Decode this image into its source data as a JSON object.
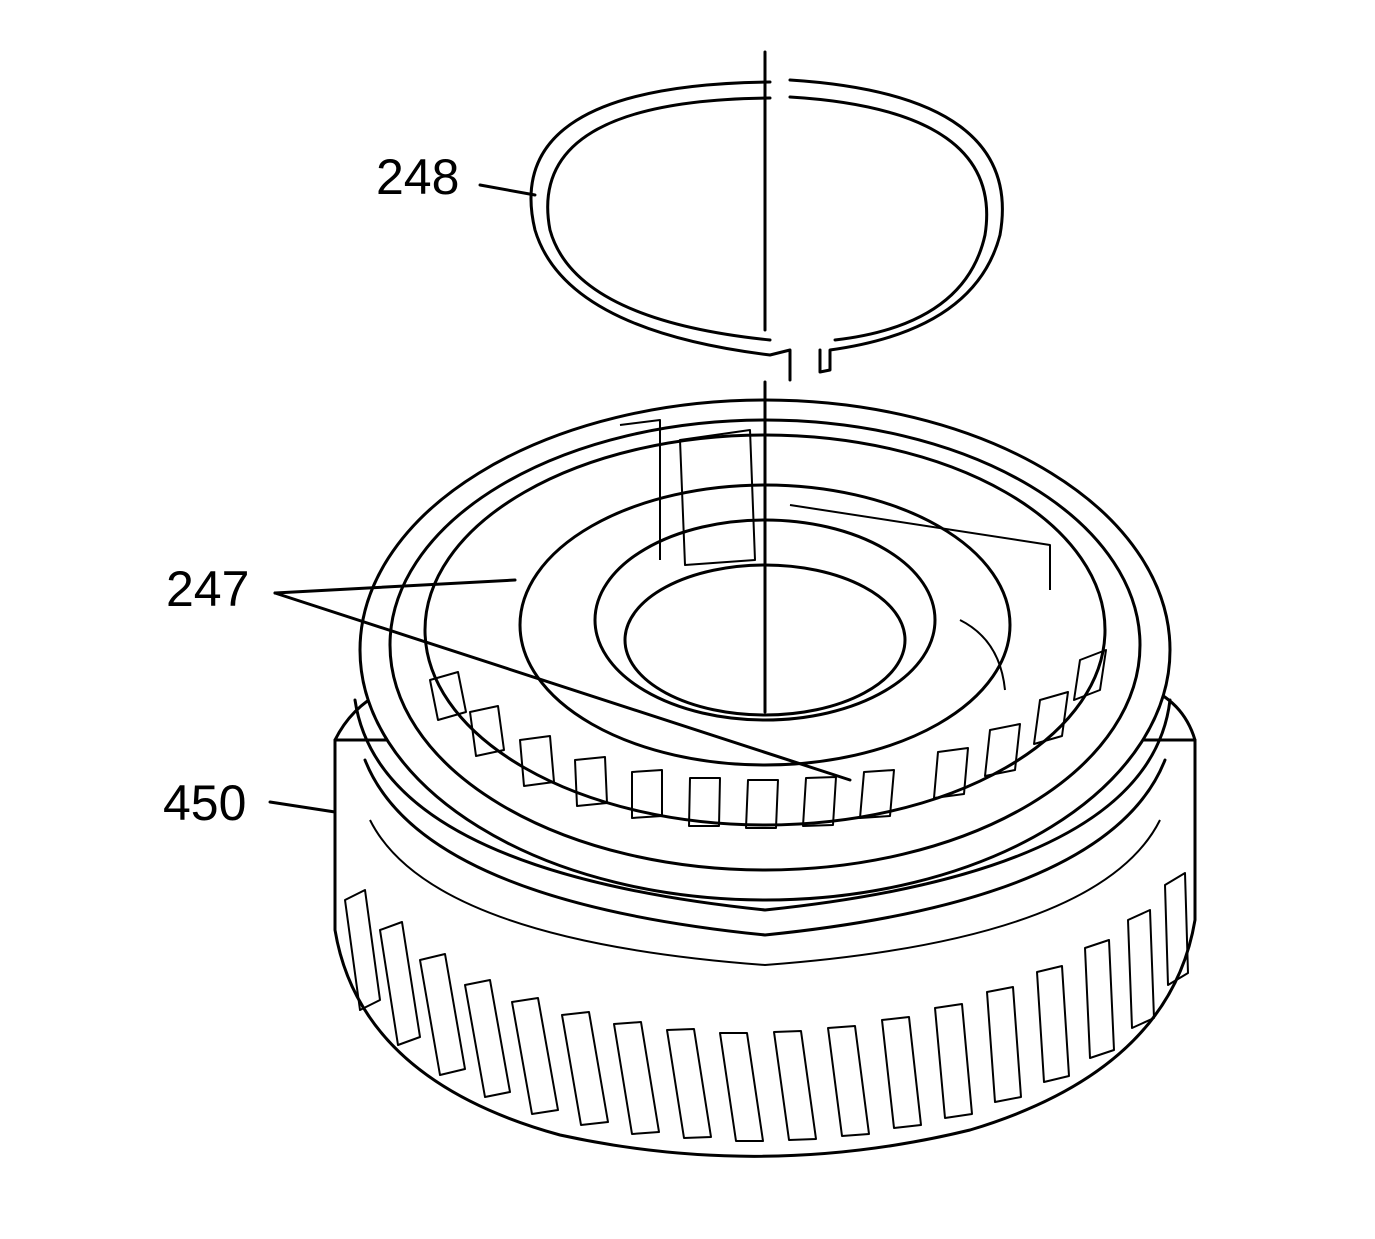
{
  "labels": {
    "snap_ring": "248",
    "synchronizer_rings": "247",
    "gear": "450"
  },
  "colors": {
    "ink": "#000000",
    "background": "#ffffff"
  }
}
